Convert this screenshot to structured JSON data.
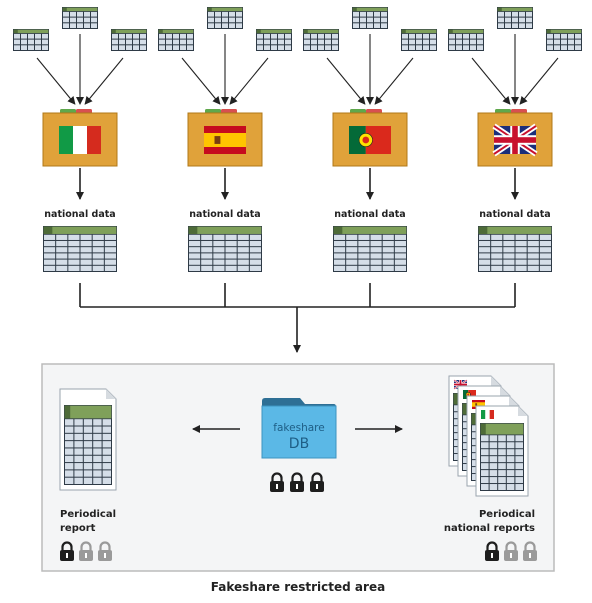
{
  "national_label": "national data",
  "db": {
    "line1": "fakeshare",
    "line2": "DB"
  },
  "left_output": {
    "line1": "Periodical",
    "line2": "report"
  },
  "right_output": {
    "line1": "Periodical",
    "line2": "national reports"
  },
  "area_title": "Fakeshare restricted area",
  "countries": [
    {
      "flag": "italy-flag"
    },
    {
      "flag": "spain-flag"
    },
    {
      "flag": "portugal-flag"
    },
    {
      "flag": "uk-flag"
    }
  ],
  "colors": {
    "folder": "#E0A23A",
    "folder_edge": "#B07818",
    "sheet_header": "#7FA05A",
    "sheet_header_dark": "#4E6B38",
    "sheet_cell": "#D5DEE8",
    "sheet_border": "#2E3A46",
    "db_folder": "#5BB8E6",
    "db_tab": "#2E6F95",
    "area_border": "#BBBBBB",
    "area_bg": "#F4F5F6",
    "lock_dark": "#1E1E1E",
    "lock_light": "#9A9A9A"
  }
}
